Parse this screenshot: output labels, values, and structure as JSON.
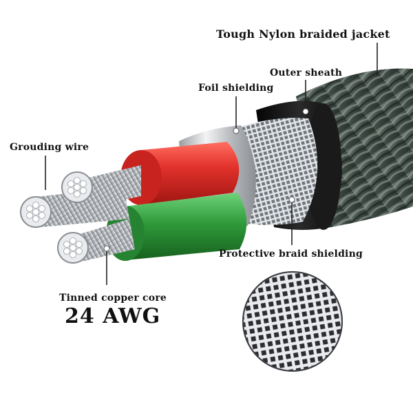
{
  "labels": {
    "jacket": "Tough Nylon braided jacket",
    "outer_sheath": "Outer sheath",
    "foil": "Foil shielding",
    "grounding": "Grouding wire",
    "braid": "Protective braid shielding",
    "tinned": "Tinned copper core",
    "awg": "24 AWG"
  },
  "colors": {
    "red_insulation": "#e2312b",
    "green_insulation": "#2f9b3a",
    "outer_sheath": "#111111",
    "jacket": "#4d5a53",
    "foil": "#c7c9cc",
    "braid": "#9aa0a6",
    "copper_tinned": "#cfd2d6"
  }
}
